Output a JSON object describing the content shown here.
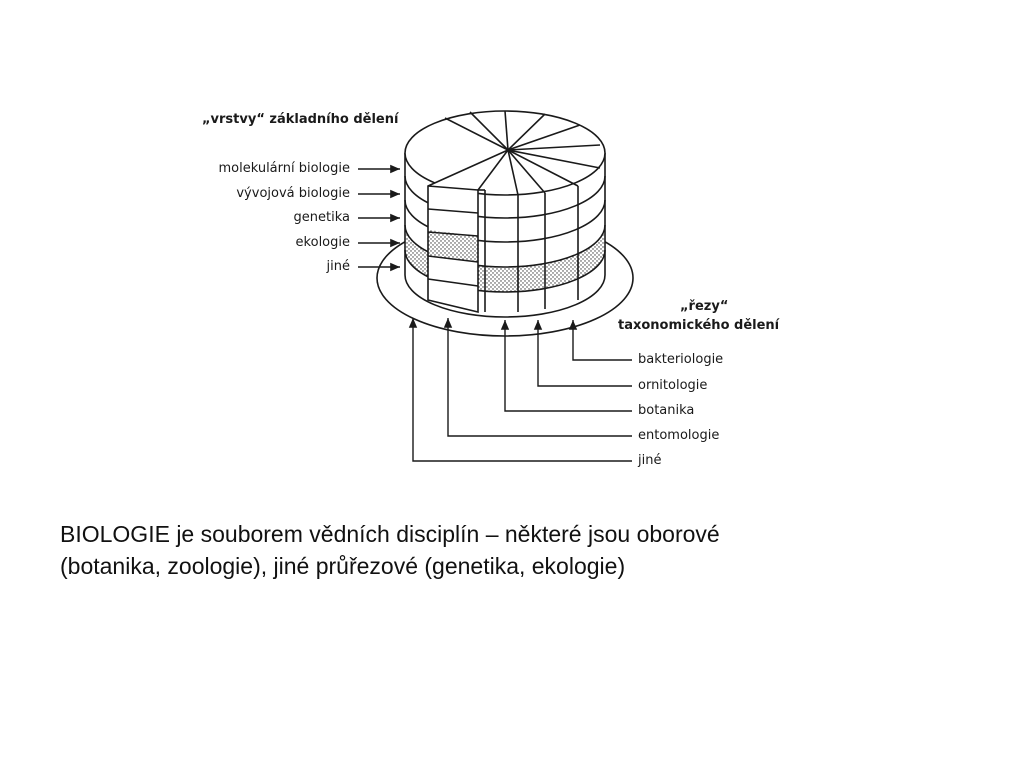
{
  "diagram": {
    "layers_heading": "„vrstvy“ základního dělení",
    "layers": [
      "molekulární biologie",
      "vývojová biologie",
      "genetika",
      "ekologie",
      "jiné"
    ],
    "sections_heading_line1": "„řezy“",
    "sections_heading_line2": "taxonomického dělení",
    "sections": [
      "bakteriologie",
      "ornitologie",
      "botanika",
      "entomologie",
      "jiné"
    ]
  },
  "caption": {
    "line1": "BIOLOGIE je souborem vědních disciplín – některé jsou oborové",
    "line2": "(botanika, zoologie), jiné průřezové (genetika, ekologie)"
  },
  "colors": {
    "ink": "#1a1a1a",
    "background": "#ffffff"
  }
}
